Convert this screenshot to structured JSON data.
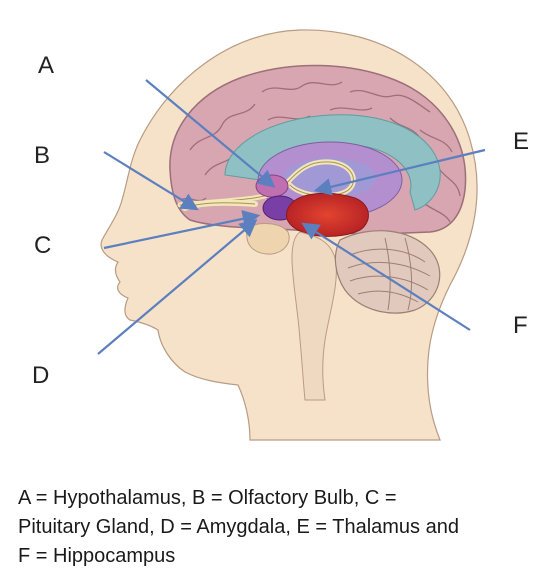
{
  "markers": {
    "a": "A",
    "b": "B",
    "c": "C",
    "d": "D",
    "e": "E",
    "f": "F"
  },
  "caption": {
    "line1": "A = Hypothalamus, B = Olfactory Bulb, C =",
    "line2": "Pituitary Gland, D = Amygdala, E = Thalamus and",
    "line3": "F = Hippocampus"
  },
  "colors": {
    "skin": "#f6e2c8",
    "skin_outline": "#b89b83",
    "cortex": "#d7a6b0",
    "cortex_outline": "#9c6f7b",
    "ventricle": "#8fc1c4",
    "thalamus": "#b38fd0",
    "hippocampus": "#d8342a",
    "amygdala": "#7a3fa6",
    "pituitary": "#efd4b0",
    "cerebellum": "#e2c9bd",
    "pointer": "#5b7fbf"
  }
}
